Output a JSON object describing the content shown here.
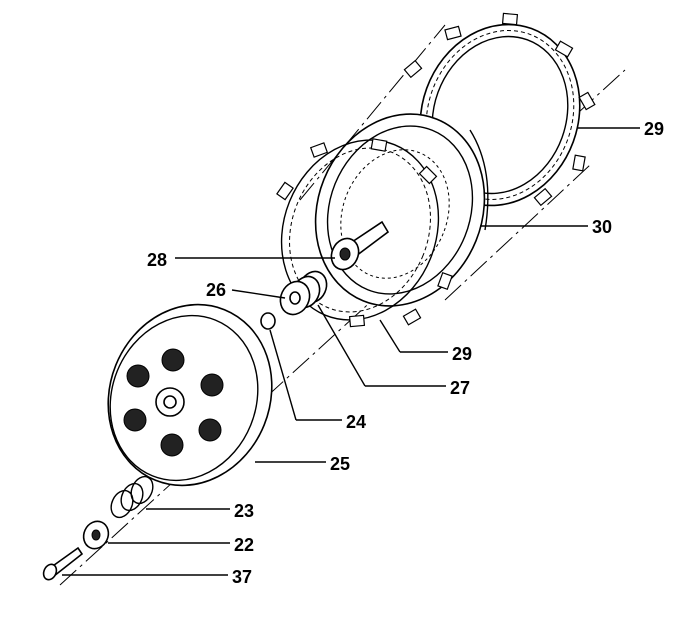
{
  "callouts": [
    {
      "id": "29a",
      "text": "29"
    },
    {
      "id": "30",
      "text": "30"
    },
    {
      "id": "28",
      "text": "28"
    },
    {
      "id": "26",
      "text": "26"
    },
    {
      "id": "29b",
      "text": "29"
    },
    {
      "id": "27",
      "text": "27"
    },
    {
      "id": "24",
      "text": "24"
    },
    {
      "id": "25",
      "text": "25"
    },
    {
      "id": "23",
      "text": "23"
    },
    {
      "id": "22",
      "text": "22"
    },
    {
      "id": "37",
      "text": "37"
    }
  ]
}
